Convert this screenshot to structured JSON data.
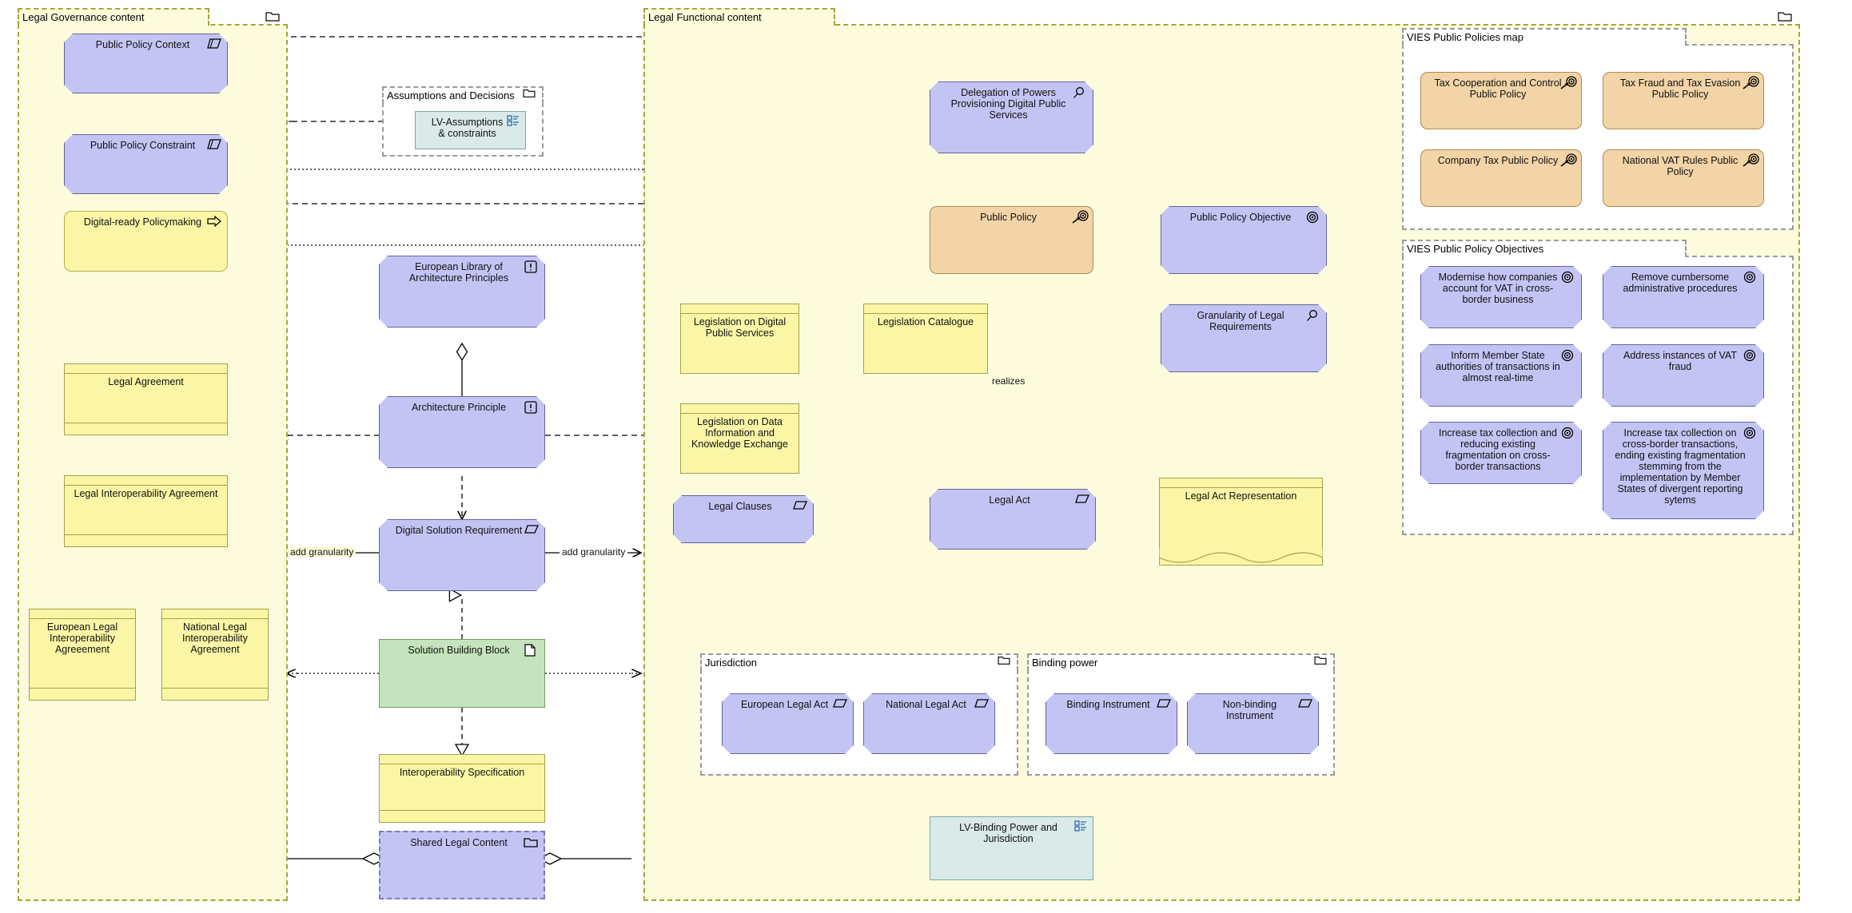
{
  "groups": {
    "legal_governance": "Legal Governance content",
    "legal_functional": "Legal Functional content",
    "assumptions": "Assumptions and Decisions",
    "jurisdiction": "Jurisdiction",
    "binding_power": "Binding power",
    "vies_policies_map": "VIES Public Policies map",
    "vies_policy_objectives": "VIES Public Policy Objectives"
  },
  "governance": {
    "public_policy_context": "Public Policy Context",
    "public_policy_constraint": "Public Policy Constraint",
    "digital_ready_policymaking": "Digital-ready Policymaking",
    "legal_agreement": "Legal Agreement",
    "legal_interoperability_agreement": "Legal Interoperability Agreement",
    "european_legal_interoperability_agreement": "European Legal Interoperability Agreeement",
    "national_legal_interoperability_agreement": "National Legal Interoperability Agreement"
  },
  "middle": {
    "european_library": "European Library of Architecture Principles",
    "architecture_principle": "Architecture Principle",
    "digital_solution_requirement": "Digital Solution Requirement",
    "solution_building_block": "Solution Building Block",
    "interoperability_specification": "Interoperability Specification",
    "shared_legal_content": "Shared Legal Content",
    "lv_assumptions": "LV-Assumptions & constraints"
  },
  "functional": {
    "delegation_of_powers": "Delegation of Powers Provisioning Digital Public Services",
    "public_policy": "Public Policy",
    "public_policy_objective": "Public Policy Objective",
    "granularity_of_legal_requirements": "Granularity of Legal Requirements",
    "legislation_digital_public_services": "Legislation on Digital Public Services",
    "legislation_catalogue": "Legislation Catalogue",
    "legislation_data_info_knowledge": "Legislation on Data Information and Knowledge Exchange",
    "legal_clauses": "Legal Clauses",
    "legal_act": "Legal Act",
    "legal_act_representation": "Legal Act Representation",
    "european_legal_act": "European Legal Act",
    "national_legal_act": "National Legal Act",
    "binding_instrument": "Binding Instrument",
    "non_binding_instrument": "Non-binding Instrument",
    "lv_binding_power": "LV-Binding Power and Jurisdiction"
  },
  "vies_policies": [
    "Tax Cooperation and Control Public Policy",
    "Tax Fraud and Tax Evasion Public Policy",
    "Company Tax Public Policy",
    "National VAT Rules Public Policy"
  ],
  "vies_objectives": [
    "Modernise how companies account for VAT in cross-border business",
    "Remove cumbersome administrative procedures",
    "Inform Member State authorities of transactions in almost real-time",
    "Address instances of VAT fraud",
    "Increase tax collection and reducing existing fragmentation on cross-border transactions",
    "Increase tax collection on cross-border transactions, ending existing fragmentation stemming from the implementation by Member States of divergent reporting sytems"
  ],
  "edge_labels": {
    "add_granularity_left": "add granularity",
    "add_granularity_right": "add granularity",
    "realizes": "realizes"
  },
  "colors": {
    "group_border": "#a5a53c",
    "group_fill": "#fcfcdc",
    "element_blue": "#c4c4f4",
    "element_yellow": "#fbf6a6",
    "element_tan": "#f2d4a7",
    "element_green": "#c5e3bc",
    "element_teal": "#d9eae8",
    "line": "#000000"
  }
}
